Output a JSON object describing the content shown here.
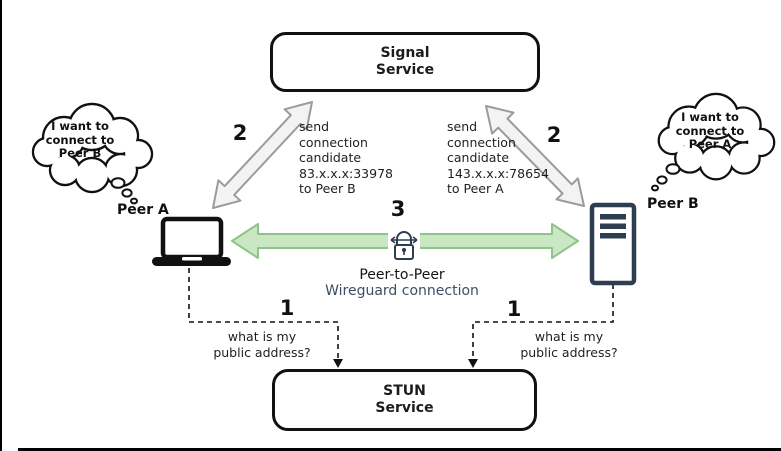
{
  "colors": {
    "outline_black": "#111111",
    "slate": "#2e3d4f",
    "green_arrow_fill": "#c9e7c3",
    "green_arrow_stroke": "#8fc38a",
    "gray_arrow_fill": "#f3f3f3",
    "gray_arrow_stroke": "#9b9b9b",
    "wireguard_text": "#3d4f63"
  },
  "signal_box": {
    "line1": "Signal",
    "line2": "Service"
  },
  "stun_box": {
    "line1": "STUN",
    "line2": "Service"
  },
  "cloud_a": {
    "line1": "I want to",
    "line2": "connect to",
    "line3": "Peer B"
  },
  "cloud_b": {
    "line1": "I want to",
    "line2": "connect to",
    "line3": "Peer A"
  },
  "peer_a_label": "Peer A",
  "peer_b_label": "Peer B",
  "steps": {
    "one_left": "1",
    "one_right": "1",
    "two_left": "2",
    "two_right": "2",
    "three": "3"
  },
  "send_left": {
    "l1": "send",
    "l2": "connection",
    "l3": "candidate",
    "l4": "83.x.x.x:33978",
    "l5": "to Peer B"
  },
  "send_right": {
    "l1": "send",
    "l2": "connection",
    "l3": "candidate",
    "l4": "143.x.x.x:78654",
    "l5": "to Peer A"
  },
  "ask_left": {
    "l1": "what is my",
    "l2": "public address?"
  },
  "ask_right": {
    "l1": "what is my",
    "l2": "public address?"
  },
  "p2p": {
    "l1": "Peer-to-Peer",
    "l2": "Wireguard connection"
  },
  "icons": {
    "peer_a": "laptop-icon",
    "peer_b": "server-icon",
    "middle": "lock-icon",
    "clouds": "thought-cloud"
  }
}
